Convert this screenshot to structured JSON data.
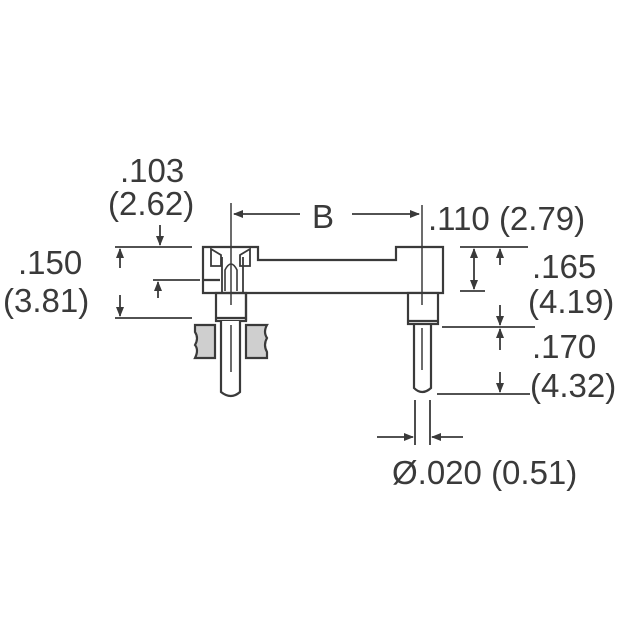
{
  "drawing": {
    "title": "Pin header mechanical dimension drawing",
    "line_color": "#3a3a3a",
    "fill_gray": "#cfcfcf",
    "dimensions": {
      "top_offset_in": ".103",
      "top_offset_mm": "(2.62)",
      "left_height_in": ".150",
      "left_height_mm": "(3.81)",
      "pitch_label": "B",
      "right_offset": ".110 (2.79)",
      "body_height_in": ".165",
      "body_height_mm": "(4.19)",
      "pin_length_in": ".170",
      "pin_length_mm": "(4.32)",
      "pin_diameter": "Ø.020 (0.51)"
    }
  }
}
